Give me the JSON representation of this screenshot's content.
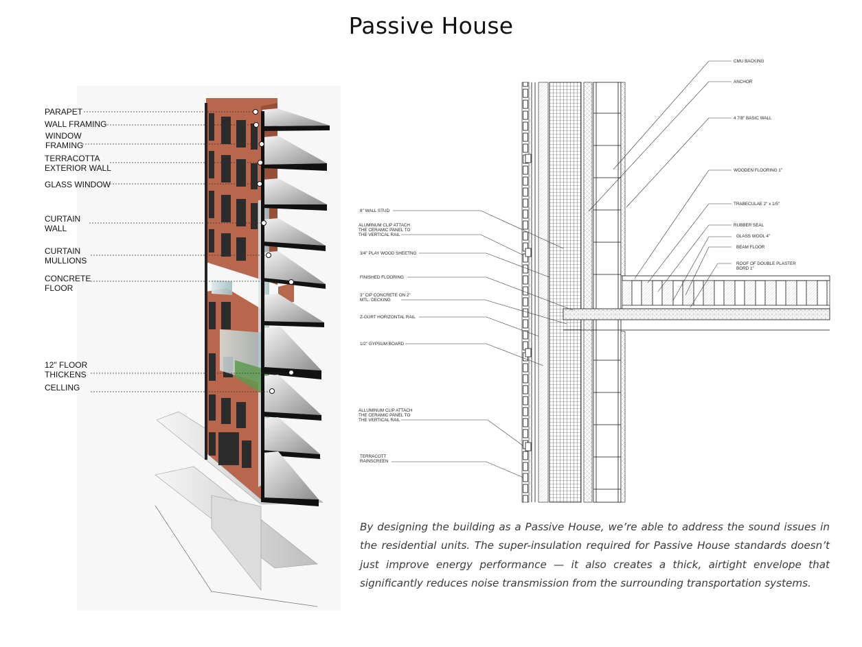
{
  "title": "Passive House",
  "left_labels": {
    "parapet": "PARAPET",
    "wall_framing": "WALL FRAMING",
    "window_framing_1": "WINDOW",
    "window_framing_2": "FRAMING",
    "terracotta_1": "TERRACOTTA",
    "terracotta_2": "EXTERIOR WALL",
    "glass_window": "GLASS WINDOW",
    "curtain_wall_1": "CURTAIN",
    "curtain_wall_2": "WALL",
    "curtain_mullions_1": "CURTAIN",
    "curtain_mullions_2": "MULLIONS",
    "concrete_floor_1": "CONCRETE",
    "concrete_floor_2": "FLOOR",
    "floor_thickens_1": "12\" FLOOR",
    "floor_thickens_2": "THICKENS",
    "celling": "CELLING"
  },
  "detail_labels": {
    "cmu_backing": "CMU BACKING",
    "anchor": "ANCHOR",
    "basic_wall": "4 7/8\" BASIC WALL",
    "wooden_flooring": "WOODEN FLOORING 1\"",
    "trabeculae": "TRABECULAE 2\" x 1/5\"",
    "rubber_seal": "RUBBER SEAL",
    "glass_wool": "GLASS WOOL 4\"",
    "beam_floor": "BEAM FLOOR",
    "roof_plaster_1": "ROOF OF DOUBLE PLASTER",
    "roof_plaster_2": "BORD 1\"",
    "wall_stud": "8\" WALL STUD",
    "clip_top_1": "ALUMINUM CLIP ATTACH",
    "clip_top_2": "THE CERAMIC PANEL TO",
    "clip_top_3": "THE VERTICAL RAIL",
    "plywood": "3/4\" PLAY WOOD SHEETNG",
    "finished_flooring": "FINISHED FLOORING",
    "concrete_1": "3\" CIP CONCRETE ON 2\"",
    "concrete_2": "MTL. DECKING",
    "z_gurt": "Z-GURT HORIZONTAL RAIL",
    "gypsum": "1/2\" GYPSUM BOARD",
    "clip_bot_1": "ALLUMINUM CLIP ATTACH",
    "clip_bot_2": "THE CERAMIC PANEL TO",
    "clip_bot_3": "THE VERTICAL RAIL",
    "rainscreen_1": "TERRACOTT",
    "rainscreen_2": "RAINSCREEN"
  },
  "paragraph": "By designing the building as a Passive House, we’re able to address the sound issues in the residential units. The super-insulation required for Passive House standards doesn’t just improve energy performance — it also creates a thick, airtight envelope that significantly reduces noise transmission from the surrounding transportation systems.",
  "colors": {
    "terracotta": "#b8664c",
    "terracotta_dark": "#9a4f38",
    "slab": "#8a8a8a",
    "glass": "#a9c6c9",
    "green": "#5e9a4f",
    "text_gray": "#3a3a3a"
  }
}
